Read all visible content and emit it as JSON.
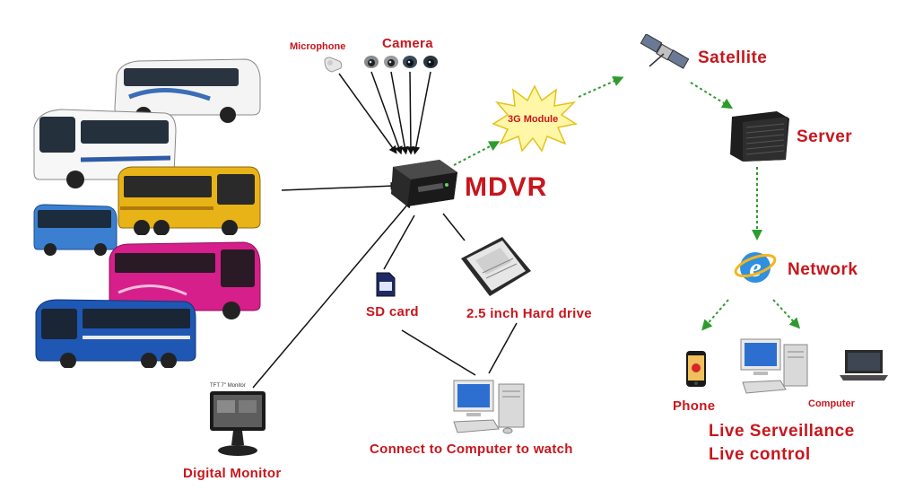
{
  "labels": {
    "microphone": "Microphone",
    "camera": "Camera",
    "module_3g": "3G Module",
    "mdvr": "MDVR",
    "satellite": "Satellite",
    "server": "Server",
    "network": "Network",
    "sd_card": "SD card",
    "hard_drive": "2.5 inch Hard drive",
    "connect_computer": "Connect to Computer to watch",
    "digital_monitor": "Digital Monitor",
    "tft_monitor": "TFT 7\" Monitor",
    "phone": "Phone",
    "computer": "Computer",
    "live_surveillance": "Live Serveillance",
    "live_control": "Live control"
  },
  "colors": {
    "label_red": "#c8161d",
    "arrow_green": "#2e9b2e",
    "wire_black": "#111111",
    "starburst": "#fff7a8"
  },
  "buses": [
    {
      "body": "#f4f4f4",
      "stripe": "#3a6fb5",
      "windows": "#2a3340"
    },
    {
      "body": "#f7f7f7",
      "stripe": "#2f5aa6",
      "windows": "#24303c"
    },
    {
      "body": "#e8b317",
      "stripe": "#b07a0a",
      "windows": "#2a2a2a"
    },
    {
      "body": "#3b7fd0",
      "stripe": "#1d4f90",
      "windows": "#1b2c3d"
    },
    {
      "body": "#d61f8a",
      "stripe": "#8e0f5a",
      "windows": "#2a1a26"
    },
    {
      "body": "#1f57b4",
      "stripe": "#0f3574",
      "windows": "#1a2535"
    }
  ]
}
